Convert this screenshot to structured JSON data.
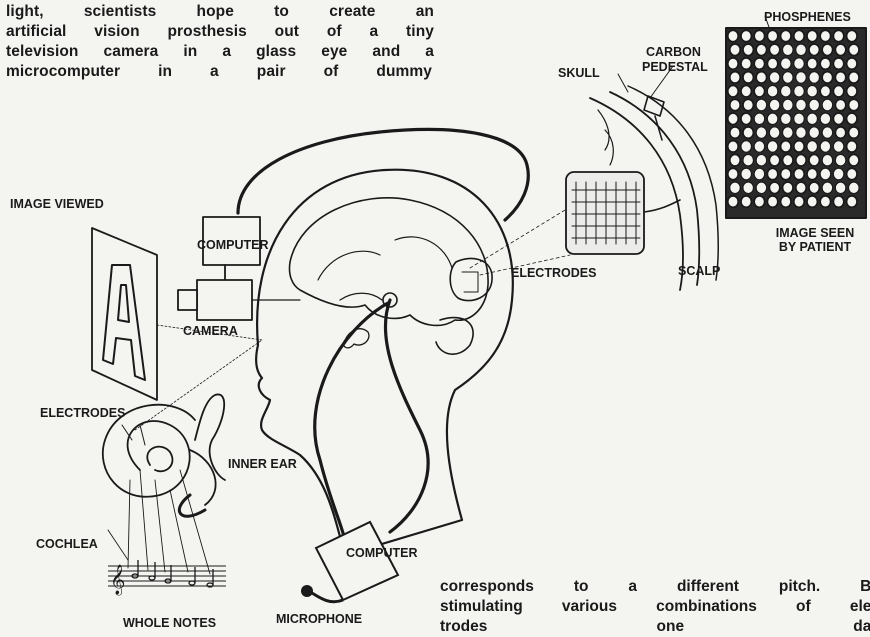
{
  "text_top": [
    "light, scientists hope to create an",
    "artificial vision prosthesis out of a tiny",
    "television camera in a glass eye and a",
    "microcomputer in a pair of dummy"
  ],
  "text_bottom": [
    "corresponds to a different pitch. By",
    "stimulating various combinations of elec",
    "trodes one day"
  ],
  "labels": {
    "phosphenes": "PHOSPHENES",
    "carbon": "CARBON",
    "pedestal": "PEDESTAL",
    "skull": "SKULL",
    "image_viewed": "IMAGE VIEWED",
    "computer_top": "COMPUTER",
    "camera": "CAMERA",
    "electrodes_brain": "ELECTRODES",
    "scalp": "SCALP",
    "image_seen_1": "IMAGE SEEN",
    "image_seen_2": "BY PATIENT",
    "electrodes_ear": "ELECTRODES",
    "inner_ear": "INNER EAR",
    "cochlea": "COCHLEA",
    "computer_bottom": "COMPUTER",
    "microphone": "MICROPHONE",
    "whole_notes": "WHOLE NOTES",
    "letter": "A"
  }
}
